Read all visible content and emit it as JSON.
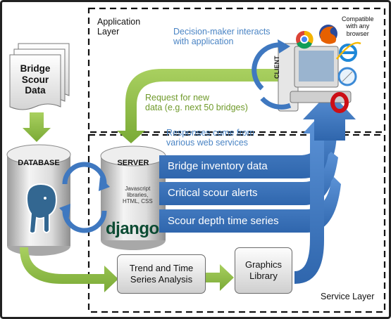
{
  "layers": {
    "application": "Application\nLayer",
    "service": "Service Layer"
  },
  "texts": {
    "decision_maker": "Decision-maker interacts\nwith application",
    "request": "Request for new\ndata (e.g. next 50 bridges)",
    "responses": "Responses come from\nvarious web services",
    "compatible": "Compatible\nwith any\nbrowser",
    "client": "CLIENT"
  },
  "data_source": {
    "label": "Bridge\nScour\nData"
  },
  "database": {
    "label": "DATABASE"
  },
  "server": {
    "label": "SERVER",
    "tech": "Javascript\nlibraries,\nHTML, CSS",
    "framework": "django"
  },
  "service_bands": [
    "Bridge inventory data",
    "Critical scour alerts",
    "Scour depth time series"
  ],
  "processes": {
    "trend": "Trend and Time\nSeries Analysis",
    "graphics": "Graphics\nLibrary"
  },
  "colors": {
    "blue": "#3f78c0",
    "green": "#8cbc44",
    "postgres": "#336791"
  },
  "icons": [
    "chrome-icon",
    "firefox-icon",
    "internet-explorer-icon",
    "safari-icon",
    "opera-icon",
    "elephant-icon"
  ]
}
